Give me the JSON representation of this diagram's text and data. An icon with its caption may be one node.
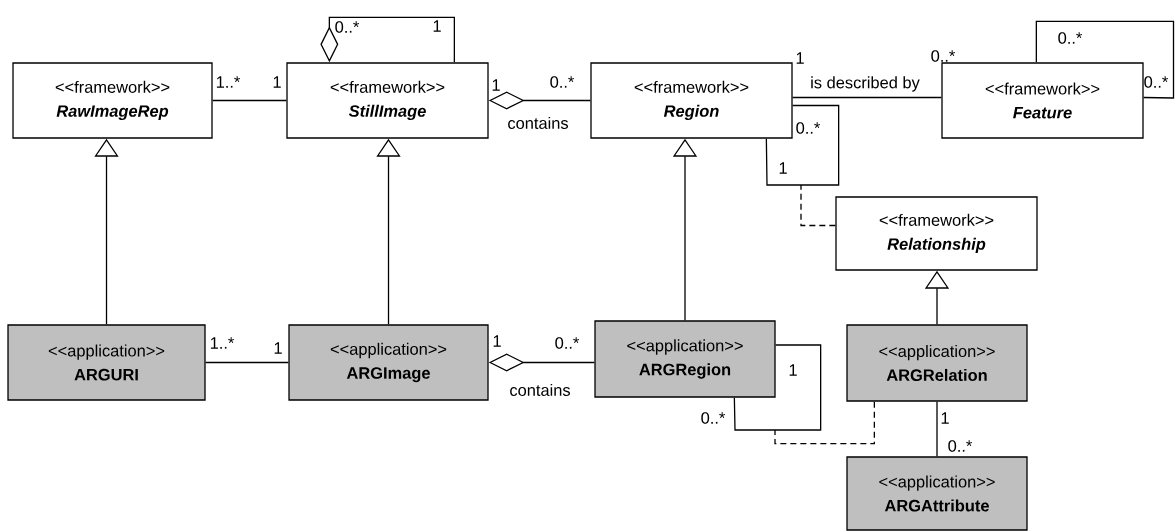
{
  "diagram": {
    "nodes": [
      {
        "text": [
          "<<framework>>",
          "RawImageRep"
        ]
      },
      {
        "text": [
          "<<framework>>",
          "StillImage"
        ]
      },
      {
        "text": [
          "<<framework>>",
          "Region"
        ]
      },
      {
        "text": [
          "<<framework>>",
          "Feature"
        ]
      },
      {
        "text": [
          "<<framework>>",
          "Relationship"
        ]
      },
      {
        "text": [
          "<<application>>",
          "ARGURI"
        ]
      },
      {
        "text": [
          "<<application>>",
          "ARGImage"
        ]
      },
      {
        "text": [
          "<<application>>",
          "ARGRegion"
        ]
      },
      {
        "text": [
          "<<application>>",
          "ARGRelation"
        ]
      },
      {
        "text": [
          "<<application>>",
          "ARGAttribute"
        ]
      }
    ],
    "edges": [
      {
        "from": 0,
        "to": 1,
        "arrow": "none"
      },
      {
        "from": 1,
        "to": 1,
        "arrow": "other"
      },
      {
        "from": 1,
        "to": 2,
        "arrow": "other",
        "label": "contains"
      },
      {
        "from": 2,
        "to": 3,
        "arrow": "none",
        "label": "is described by"
      },
      {
        "from": 3,
        "to": 3,
        "arrow": "none"
      },
      {
        "from": 2,
        "to": 2,
        "arrow": "none"
      },
      {
        "from": 4,
        "to": null,
        "arrow": "none",
        "style": "dashed"
      },
      {
        "from": 5,
        "to": 0,
        "arrow": "to"
      },
      {
        "from": 6,
        "to": 1,
        "arrow": "to"
      },
      {
        "from": 7,
        "to": 2,
        "arrow": "to"
      },
      {
        "from": 8,
        "to": 4,
        "arrow": "to"
      },
      {
        "from": 5,
        "to": 6,
        "arrow": "none"
      },
      {
        "from": 6,
        "to": 7,
        "arrow": "other",
        "label": "contains"
      },
      {
        "from": 7,
        "to": 7,
        "arrow": "none"
      },
      {
        "from": 8,
        "to": null,
        "arrow": "none",
        "style": "dashed"
      },
      {
        "from": 8,
        "to": 9,
        "arrow": "none"
      }
    ],
    "labels": [
      "0..*",
      "1",
      "0..*",
      "1",
      "0..*",
      "1..*",
      "1",
      "1",
      "0..*",
      "0..*",
      "0..*",
      "1",
      "1..*",
      "1",
      "1",
      "0..*",
      "1",
      "0..*",
      "1",
      "0..*"
    ]
  }
}
